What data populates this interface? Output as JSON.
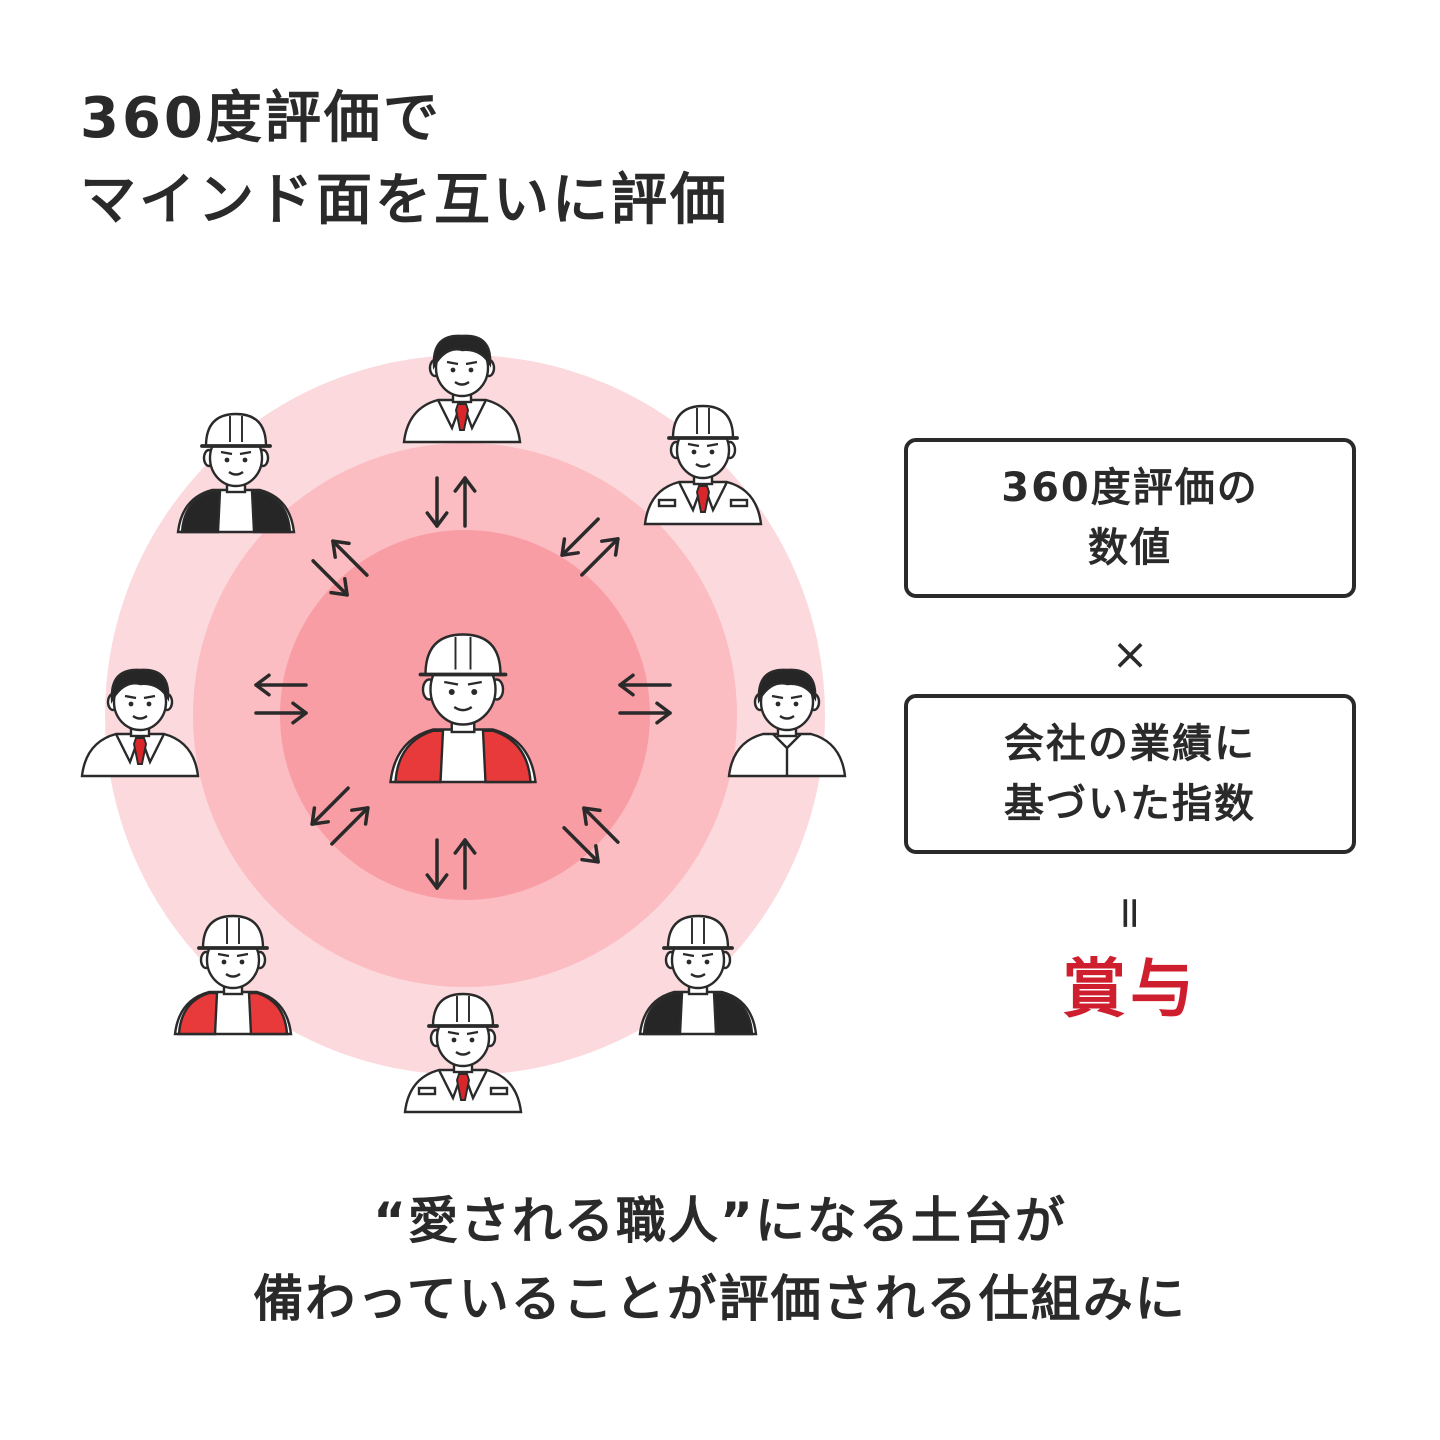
{
  "title": {
    "line1": "360度評価で",
    "line2": "マインド面を互いに評価"
  },
  "formula": {
    "box1": {
      "line1": "360度評価の",
      "line2": "数値"
    },
    "times": "×",
    "box2": {
      "line1": "会社の業績に",
      "line2": "基づいた指数"
    },
    "equals": "=",
    "result": "賞与"
  },
  "footer": {
    "line1": "“愛される職人”になる土台が",
    "line2": "備わっていることが評価される仕組みに"
  },
  "colors": {
    "text": "#2a2a2a",
    "accent": "#cf1f2e",
    "ring_outer": "#fbd9dd",
    "ring_middle": "#fbbcc2",
    "ring_inner": "#f99da5",
    "vest_red": "#e83a3a",
    "vest_black": "#262626",
    "tie_red": "#d9262b"
  },
  "people": [
    {
      "role": "manager-in-suit"
    },
    {
      "role": "worker-helmet-work-jacket"
    },
    {
      "role": "staff-casual-shirt"
    },
    {
      "role": "worker-helmet-black-vest"
    },
    {
      "role": "worker-helmet-work-jacket"
    },
    {
      "role": "worker-helmet-red-vest"
    },
    {
      "role": "staff-in-suit"
    },
    {
      "role": "worker-helmet-black-vest"
    },
    {
      "role": "center-worker-helmet-red-vest"
    }
  ]
}
